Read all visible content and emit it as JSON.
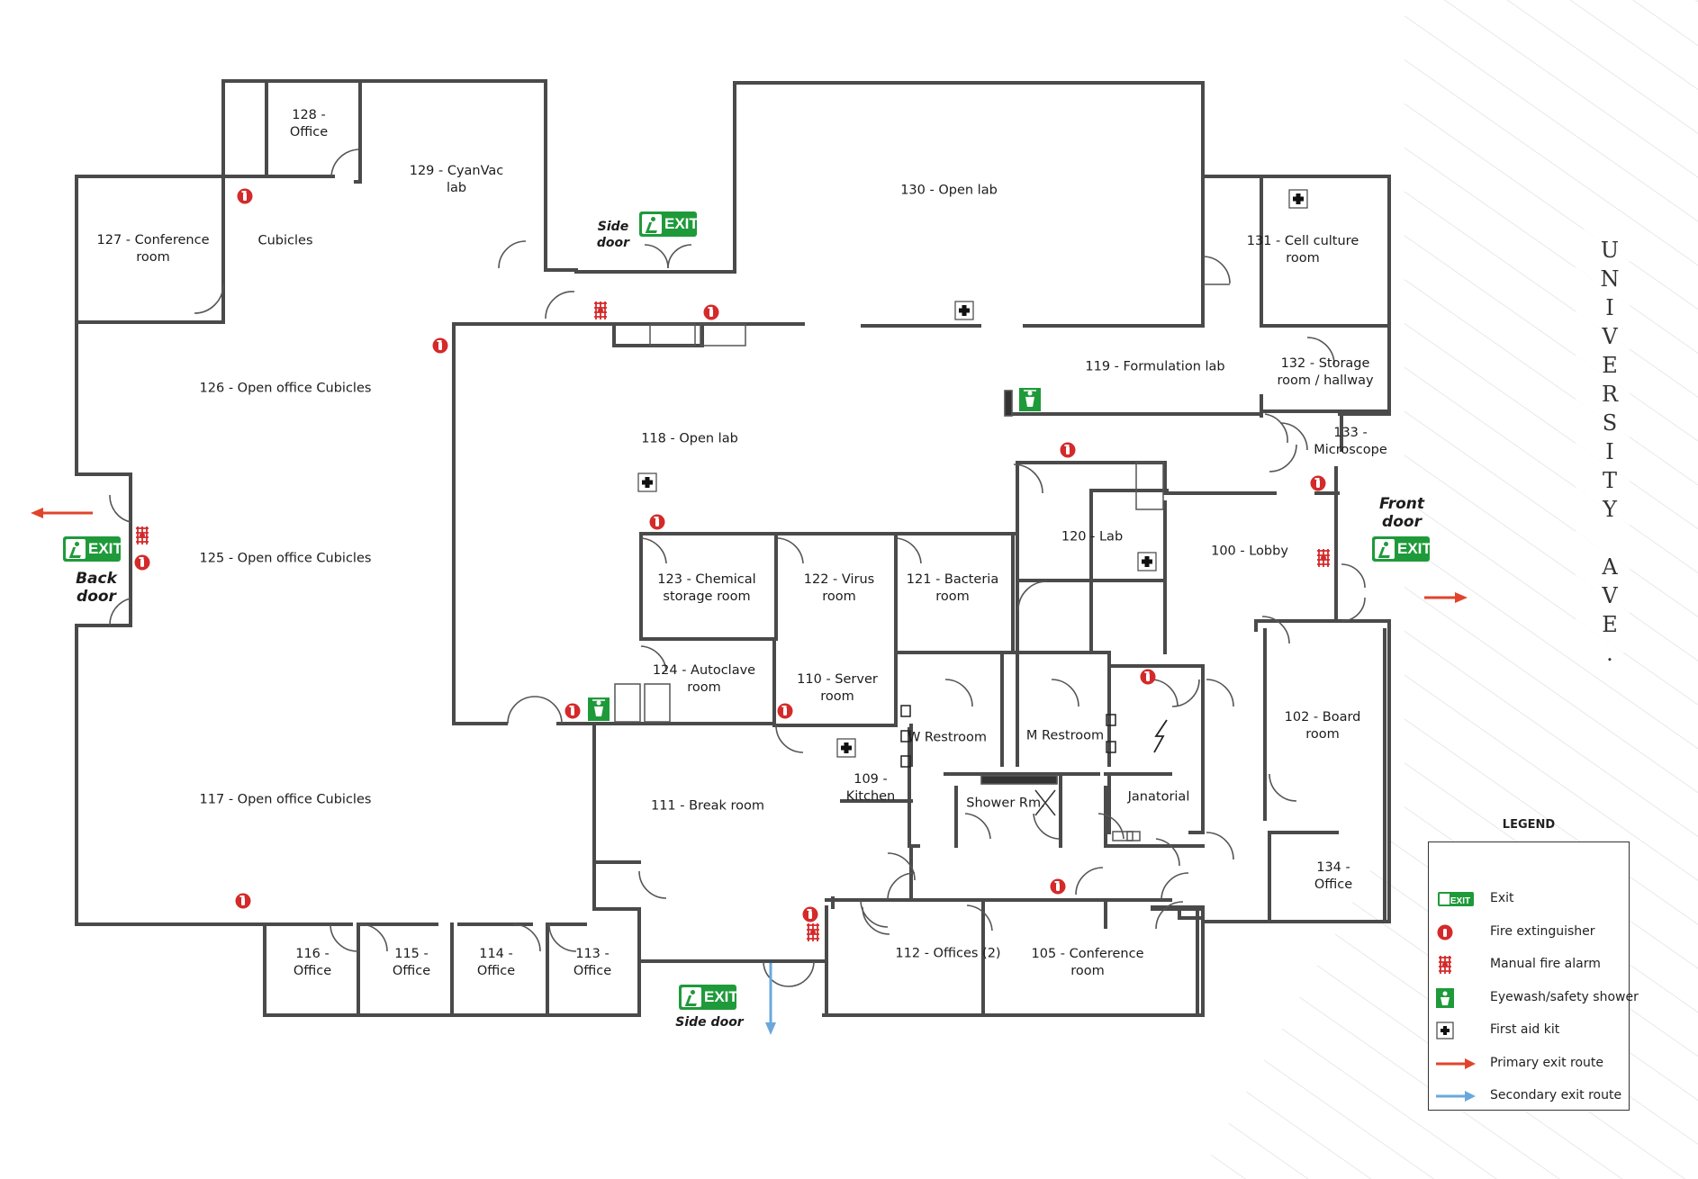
{
  "rooms": [
    {
      "id": "r128",
      "label": "128 -\nOffice"
    },
    {
      "id": "r129",
      "label": "129 - CyanVac\nlab"
    },
    {
      "id": "r127",
      "label": "127 - Conference\nroom"
    },
    {
      "id": "rcub",
      "label": "Cubicles"
    },
    {
      "id": "r130",
      "label": "130 - Open lab"
    },
    {
      "id": "r131",
      "label": "131 - Cell culture\nroom"
    },
    {
      "id": "r119",
      "label": "119 - Formulation lab"
    },
    {
      "id": "r132",
      "label": "132 - Storage\nroom / hallway"
    },
    {
      "id": "r133",
      "label": "133 -\nMicroscope"
    },
    {
      "id": "r126",
      "label": "126 - Open office Cubicles"
    },
    {
      "id": "r118",
      "label": "118 - Open lab"
    },
    {
      "id": "r120",
      "label": "120 - Lab"
    },
    {
      "id": "r100",
      "label": "100 - Lobby"
    },
    {
      "id": "r125",
      "label": "125 - Open office Cubicles"
    },
    {
      "id": "r123",
      "label": "123 - Chemical\nstorage room"
    },
    {
      "id": "r122",
      "label": "122 - Virus\nroom"
    },
    {
      "id": "r121",
      "label": "121 - Bacteria\nroom"
    },
    {
      "id": "r124",
      "label": "124 - Autoclave\nroom"
    },
    {
      "id": "r110",
      "label": "110 - Server\nroom"
    },
    {
      "id": "rwr",
      "label": "W Restroom"
    },
    {
      "id": "rmr",
      "label": "M Restroom"
    },
    {
      "id": "r102",
      "label": "102 - Board\nroom"
    },
    {
      "id": "r109",
      "label": "109 -\nKitchen"
    },
    {
      "id": "rsh",
      "label": "Shower Rm."
    },
    {
      "id": "rjan",
      "label": "Janatorial"
    },
    {
      "id": "r117",
      "label": "117 - Open office Cubicles"
    },
    {
      "id": "r111",
      "label": "111 - Break room"
    },
    {
      "id": "r134",
      "label": "134 -\nOffice"
    },
    {
      "id": "r116",
      "label": "116 -\nOffice"
    },
    {
      "id": "r115",
      "label": "115 -\nOffice"
    },
    {
      "id": "r114",
      "label": "114 -\nOffice"
    },
    {
      "id": "r113",
      "label": "113 -\nOffice"
    },
    {
      "id": "r112",
      "label": "112 - Offices (2)"
    },
    {
      "id": "r105",
      "label": "105 - Conference\nroom"
    }
  ],
  "doors": {
    "side_top": "Side\ndoor",
    "back": "Back\ndoor",
    "front": "Front\ndoor",
    "side_bottom": "Side door"
  },
  "exit_text": "EXIT",
  "street": "UNIVERSITY AVE.",
  "legend": {
    "title": "LEGEND",
    "items": [
      {
        "icon": "exit-sign-icon",
        "label": "Exit"
      },
      {
        "icon": "fire-extinguisher-icon",
        "label": "Fire extinguisher"
      },
      {
        "icon": "fire-alarm-icon",
        "label": "Manual fire alarm"
      },
      {
        "icon": "eyewash-shower-icon",
        "label": "Eyewash/safety shower"
      },
      {
        "icon": "first-aid-kit-icon",
        "label": "First aid kit"
      },
      {
        "icon": "primary-route-arrow-icon",
        "label": "Primary exit route"
      },
      {
        "icon": "secondary-route-arrow-icon",
        "label": "Secondary exit route"
      }
    ]
  },
  "colors": {
    "wall": "#4a4a4a",
    "exit_green": "#1f9a3a",
    "extinguisher_red": "#d42a2a",
    "primary_route": "#e0452c",
    "secondary_route": "#6aa8dc"
  }
}
